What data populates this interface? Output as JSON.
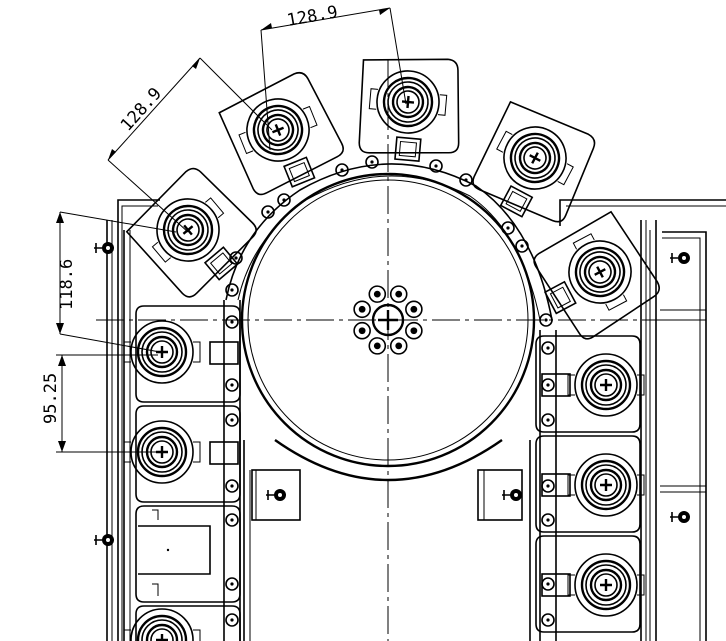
{
  "dimensions": {
    "pitch_top": "128.9",
    "pitch_diag": "128.9",
    "offset_vertical": "118.6",
    "pitch_vertical": "95.25"
  },
  "colors": {
    "line": "#000000",
    "background": "#ffffff"
  },
  "icons": {
    "tool_pot": "tool-pot-icon",
    "chain_pin": "chain-pin-icon",
    "sprocket_hub": "sprocket-hub-icon",
    "bolt": "bolt-icon"
  }
}
